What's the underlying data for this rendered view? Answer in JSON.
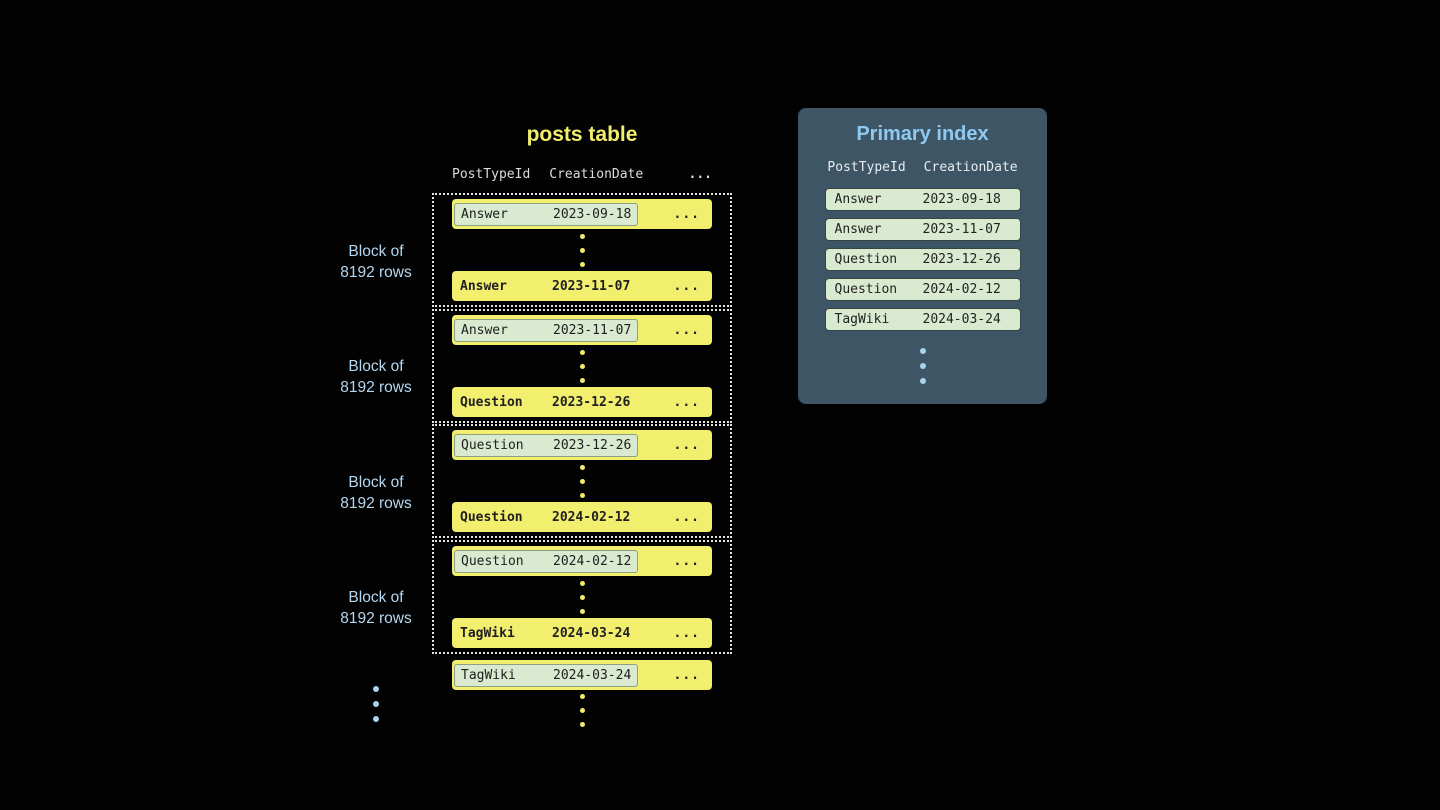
{
  "colors": {
    "bg": "#020202",
    "yellow": "#f2ee6e",
    "highlight-green": "#d9ead0",
    "label-blue": "#b5d7f0",
    "index-title-blue": "#8fc9f1",
    "panel-bg": "#3e5565",
    "row-text": "#202020",
    "header-text": "#d9dde0",
    "panel-header-text": "#e7edf2",
    "dot-blue": "#a9d4ee",
    "border-dotted": "#e3e3e3"
  },
  "posts_table": {
    "title": "posts table",
    "headers": [
      "PostTypeId",
      "CreationDate"
    ],
    "ellipsis": "...",
    "blocks": [
      {
        "label1": "Block of",
        "label2": "8192 rows",
        "first": {
          "type": "Answer",
          "date": "2023-09-18"
        },
        "last": {
          "type": "Answer",
          "date": "2023-11-07"
        }
      },
      {
        "label1": "Block of",
        "label2": "8192 rows",
        "first": {
          "type": "Answer",
          "date": "2023-11-07"
        },
        "last": {
          "type": "Question",
          "date": "2023-12-26"
        }
      },
      {
        "label1": "Block of",
        "label2": "8192 rows",
        "first": {
          "type": "Question",
          "date": "2023-12-26"
        },
        "last": {
          "type": "Question",
          "date": "2024-02-12"
        }
      },
      {
        "label1": "Block of",
        "label2": "8192 rows",
        "first": {
          "type": "Question",
          "date": "2024-02-12"
        },
        "last": {
          "type": "TagWiki",
          "date": "2024-03-24"
        }
      }
    ],
    "tail": {
      "type": "TagWiki",
      "date": "2024-03-24"
    }
  },
  "primary_index": {
    "title": "Primary index",
    "headers": [
      "PostTypeId",
      "CreationDate"
    ],
    "rows": [
      {
        "type": "Answer",
        "date": "2023-09-18"
      },
      {
        "type": "Answer",
        "date": "2023-11-07"
      },
      {
        "type": "Question",
        "date": "2023-12-26"
      },
      {
        "type": "Question",
        "date": "2024-02-12"
      },
      {
        "type": "TagWiki",
        "date": "2024-03-24"
      }
    ]
  }
}
